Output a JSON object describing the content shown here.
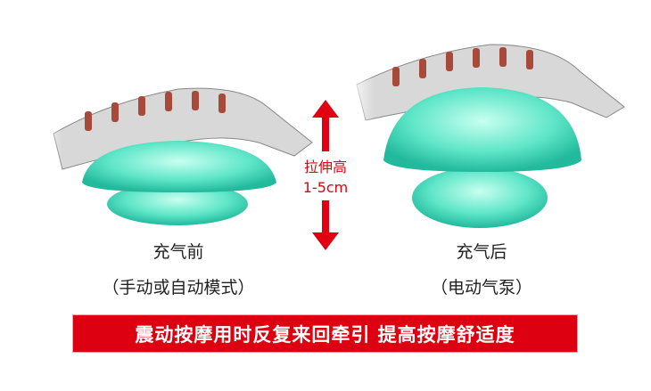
{
  "left": {
    "title": "充气前",
    "subtitle": "（手动或自动模式）"
  },
  "right": {
    "title": "充气后",
    "subtitle": "（电动气泵）"
  },
  "middle": {
    "line1": "拉伸高",
    "line2": "1-5cm"
  },
  "banner": "震动按摩用时反复来回牵引 提高按摩舒适度",
  "colors": {
    "accent": "#dd0010",
    "cushion": "#4fe3c4"
  }
}
